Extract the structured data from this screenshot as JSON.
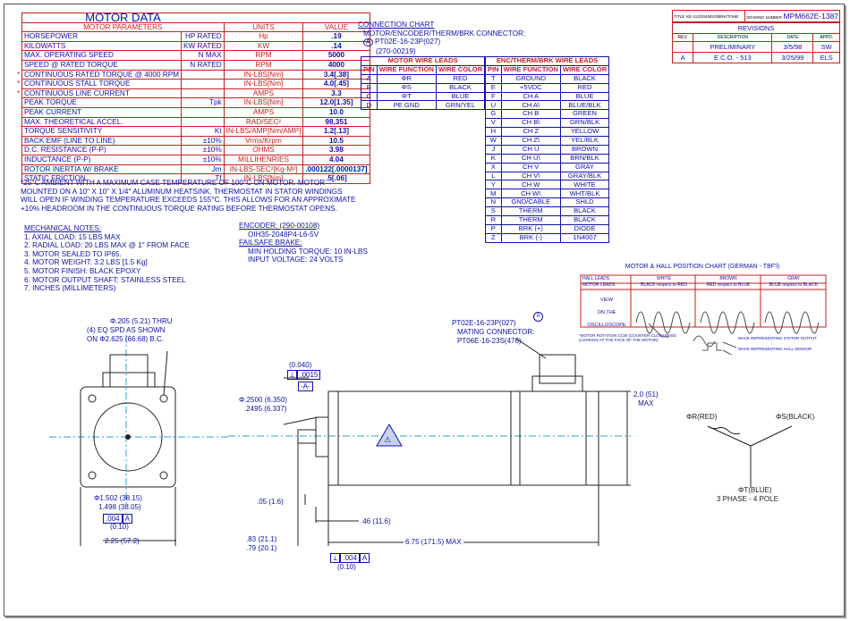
{
  "title_block": {
    "title_label": "TITLE",
    "title_value": "KE-113/2045/DG/BRK/TOHB",
    "drawing_number_label": "DRAWING NUMBER",
    "drawing_number": "MPM662E-1387",
    "revisions_header": "REVISIONS",
    "columns": [
      "REV.",
      "DESCRIPTION",
      "DATE",
      "APPD."
    ],
    "rows": [
      [
        "",
        "PRELIMINARY",
        "3/5/98",
        "SW"
      ],
      [
        "A",
        "E.C.O. - 513",
        "3/25/99",
        "ELS"
      ]
    ]
  },
  "motor_data": {
    "title": "MOTOR DATA",
    "headers": [
      "MOTOR PARAMETERS",
      "UNITS",
      "VALUE"
    ],
    "rows": [
      {
        "mark": "",
        "param": "HORSEPOWER",
        "sub": "HP RATED",
        "units": "Hp",
        "value": ".19"
      },
      {
        "mark": "",
        "param": "KILOWATTS",
        "sub": "KW RATED",
        "units": "KW",
        "value": ".14"
      },
      {
        "mark": "",
        "param": "MAX. OPERATING SPEED",
        "sub": "N MAX",
        "units": "RPM",
        "value": "5000"
      },
      {
        "mark": "",
        "param": "SPEED @ RATED TORQUE",
        "sub": "N RATED",
        "units": "RPM",
        "value": "4000"
      },
      {
        "mark": "*",
        "param": "CONTINUOUS RATED TORQUE @ 4000 RPM",
        "sub": "",
        "units": "IN-LBS[Nm]",
        "value": "3.4[.38]"
      },
      {
        "mark": "*",
        "param": "CONTINUOUS STALL TORQUE",
        "sub": "",
        "units": "IN-LBS[Nm]",
        "value": "4.0[.45]"
      },
      {
        "mark": "*",
        "param": "CONTINUOUS LINE CURRENT",
        "sub": "",
        "units": "AMPS",
        "value": "3.3"
      },
      {
        "mark": "",
        "param": "PEAK TORQUE",
        "sub": "Tpk",
        "units": "IN-LBS[Nm]",
        "value": "12.0[1.35]"
      },
      {
        "mark": "",
        "param": "PEAK CURRENT",
        "sub": "",
        "units": "AMPS",
        "value": "10.0"
      },
      {
        "mark": "",
        "param": "MAX. THEORETICAL ACCEL.",
        "sub": "",
        "units": "RAD/SEC²",
        "value": "98,351"
      },
      {
        "mark": "",
        "param": "TORQUE SENSITIVITY",
        "sub": "Kt",
        "units": "IN-LBS/AMP[Nm/AMP]",
        "value": "1.2[.13]"
      },
      {
        "mark": "",
        "param": "BACK EMF (LINE TO LINE)",
        "sub": "±10%",
        "units": "Vrms/Krpm",
        "value": "10.5"
      },
      {
        "mark": "",
        "param": "D.C. RESISTANCE (P-P)",
        "sub": "±10%",
        "units": "OHMS",
        "value": "3.98"
      },
      {
        "mark": "",
        "param": "INDUCTANCE (P-P)",
        "sub": "±10%",
        "units": "MILLIHENRIES",
        "value": "4.04"
      },
      {
        "mark": "",
        "param": "ROTOR INERTIA W/ BRAKE",
        "sub": "Jm",
        "units": "IN-LBS-SEC²[Kg-M²]",
        "value": ".000122[.0000137]"
      },
      {
        "mark": "",
        "param": "STATIC FRICTION",
        "sub": "Tf",
        "units": "IN-LBS[Nm]",
        "value": ".5[.06]"
      }
    ],
    "footnote": "*25°C AMBIENT WITH A MAXIMUM CASE TEMPERATURE OF 100°C ON MOTOR. MOTOR MOUNTED ON A 10\" X 10\" X 1/4\" ALUMINUM HEATSINK. THERMOSTAT IN STATOR WINDINGS WILL OPEN IF WINDING TEMPERATURE EXCEEDS 155°C. THIS ALLOWS FOR AN APPROXIMATE +10% HEADROOM IN THE CONTINUOUS TORQUE RATING BEFORE THERMOSTAT OPENS."
  },
  "mechanical_notes": {
    "title": "MECHANICAL NOTES:",
    "items": [
      "1. AXIAL LOAD: 15 LBS MAX",
      "2. RADIAL LOAD: 20 LBS MAX @ 1\" FROM FACE",
      "3. MOTOR SEALED TO IP65.",
      "4. MOTOR WEIGHT: 3.2 LBS [1.5 Kg]",
      "5. MOTOR FINISH: BLACK EPOXY",
      "6. MOTOR OUTPUT SHAFT: STAINLESS STEEL",
      "7. INCHES (MILLIMETERS)"
    ]
  },
  "encoder": {
    "title": "ENCODER: (290-00108)",
    "part": "OIH35-2048P4-L6-5V",
    "brake_title": "FAILSAFE BRAKE:",
    "brake_torque": "MIN HOLDING TORQUE: 10 IN-LBS",
    "brake_voltage": "INPUT VOLTAGE: 24 VOLTS"
  },
  "connection_chart": {
    "title": "CONNECTION CHART",
    "subtitle": "MOTOR/ENCODER/THERM/BRK CONNECTOR:",
    "connector": "PT02E-16-23P(027)",
    "connector_part": "(270-00219)",
    "callout": "A"
  },
  "motor_wire_leads": {
    "title": "MOTOR WIRE LEADS",
    "headers": [
      "PIN",
      "WIRE FUNCTION",
      "WIRE COLOR"
    ],
    "rows": [
      [
        "A",
        "ΦR",
        "RED"
      ],
      [
        "B",
        "ΦS",
        "BLACK"
      ],
      [
        "C",
        "ΦT",
        "BLUE"
      ],
      [
        "D",
        "PE GND",
        "GRN/YEL"
      ]
    ]
  },
  "enc_wire_leads": {
    "title": "ENC/THERM/BRK WIRE LEADS",
    "headers": [
      "PIN",
      "WIRE FUNCTION",
      "WIRE COLOR"
    ],
    "rows": [
      [
        "T",
        "GROUND",
        "BLACK"
      ],
      [
        "E",
        "+5VDC",
        "RED"
      ],
      [
        "F",
        "CH A",
        "BLUE"
      ],
      [
        "U",
        "CH A\\",
        "BLUE/BLK"
      ],
      [
        "G",
        "CH B",
        "GREEN"
      ],
      [
        "V",
        "CH B\\",
        "GRN/BLK"
      ],
      [
        "H",
        "CH Z",
        "YELLOW"
      ],
      [
        "W",
        "CH Z\\",
        "YEL/BLK"
      ],
      [
        "J",
        "CH U",
        "BROWN"
      ],
      [
        "K",
        "CH U\\",
        "BRN/BLK"
      ],
      [
        "X",
        "CH V",
        "GRAY"
      ],
      [
        "L",
        "CH V\\",
        "GRAY/BLK"
      ],
      [
        "Y",
        "CH W",
        "WHITE"
      ],
      [
        "M",
        "CH W\\",
        "WHT/BLK"
      ],
      [
        "N",
        "GND/CABLE",
        "SHLD"
      ],
      [
        "S",
        "THERM",
        "BLACK"
      ],
      [
        "R",
        "THERM",
        "BLACK"
      ],
      [
        "P",
        "BRK (+)",
        "DIODE"
      ],
      [
        "Z",
        "BRK (-)",
        "1N4007"
      ]
    ]
  },
  "hall_chart": {
    "title": "MOTOR & HALL POSITION CHART (GERMAN - TBF'l)",
    "col_hall": "HALL LEADS",
    "col_motor": "MOTOR LEADS",
    "cols": [
      {
        "top": "WHITE",
        "bottom": "BLACK respect to RED"
      },
      {
        "top": "BROWN",
        "bottom": "RED respect to BLUE"
      },
      {
        "top": "GRAY",
        "bottom": "BLUE respect to BLACK"
      }
    ],
    "side_label": [
      "VIEW",
      "ON THE",
      "OSCILLOSCOPE"
    ],
    "note": "*MOTOR ROTATION CCW (COUNTER CLOCKWISE) (LOOKING AT THE FACE OF THE MOTOR)",
    "legend_stator": "WAVE REPRESENTING STATOR OUTPUT",
    "legend_hall": "WAVE REPRESENTING HALL SENSOR"
  },
  "front_view": {
    "hole_note_1": "Φ.205 (5.21) THRU",
    "hole_note_2": "(4) EQ SPD AS SHOWN",
    "hole_note_3": "ON Φ2.625 (66.68) B.C.",
    "pilot_1": "Φ1.502 (38.15)",
    "pilot_2": "1.498 (38.05)",
    "runout": ".004",
    "runout_ref": "A",
    "runout_mm": "(0.10)",
    "square": "2.25 (57.2)"
  },
  "side_view": {
    "connector_1": "PT02E-16-23P(027)",
    "connector_2": "MATING CONNECTOR:",
    "connector_3": "PT06E-16-23S(476)",
    "callout": "A",
    "shaft_mm": "(0.040)",
    "tol": ".0015",
    "datum": "-A-",
    "shaft_d1": "Φ.2500 (6.350)",
    "shaft_d2": ".2495 (6.337)",
    "height": "2.0 (51)",
    "height_sub": "MAX",
    "flange": ".05 (1.6)",
    "pilot_len": ".46 (11.6)",
    "shaft_len_1": ".83 (21.1)",
    "shaft_len_2": ".79 (20.1)",
    "length": "6.75 (171.5) MAX",
    "perp": ".004",
    "perp_ref": "A",
    "perp_mm": "(0.10)"
  },
  "wiring": {
    "r": "ΦR(RED)",
    "s": "ΦS(BLACK)",
    "t": "ΦT(BLUE)",
    "caption": "3 PHASE - 4 POLE"
  }
}
